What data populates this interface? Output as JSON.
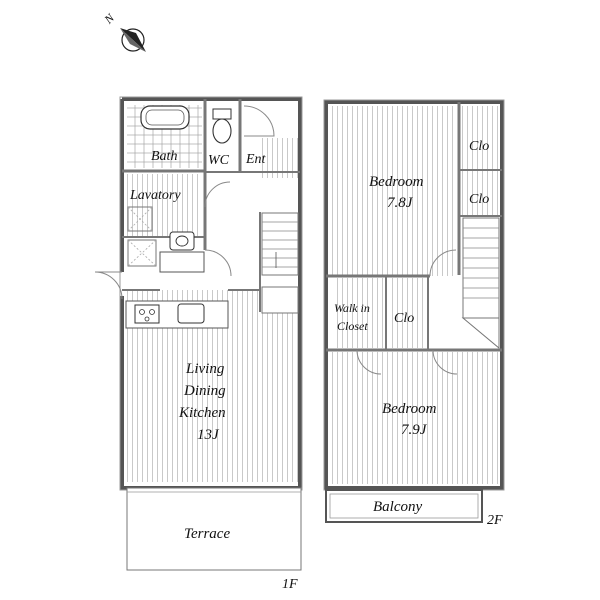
{
  "compass": {
    "label": "N"
  },
  "floor1": {
    "label": "1F",
    "rooms": {
      "bath": "Bath",
      "wc": "WC",
      "entrance": "Ent",
      "lavatory": "Lavatory",
      "ldk_line1": "Living",
      "ldk_line2": "Dining",
      "ldk_line3": "Kitchen",
      "ldk_size": "13J",
      "terrace": "Terrace"
    }
  },
  "floor2": {
    "label": "2F",
    "rooms": {
      "bedroom1": "Bedroom",
      "bedroom1_size": "7.8J",
      "closet1": "Clo",
      "closet2": "Clo",
      "walkin_line1": "Walk in",
      "walkin_line2": "Closet",
      "closet3": "Clo",
      "bedroom2": "Bedroom",
      "bedroom2_size": "7.9J",
      "balcony": "Balcony"
    }
  }
}
